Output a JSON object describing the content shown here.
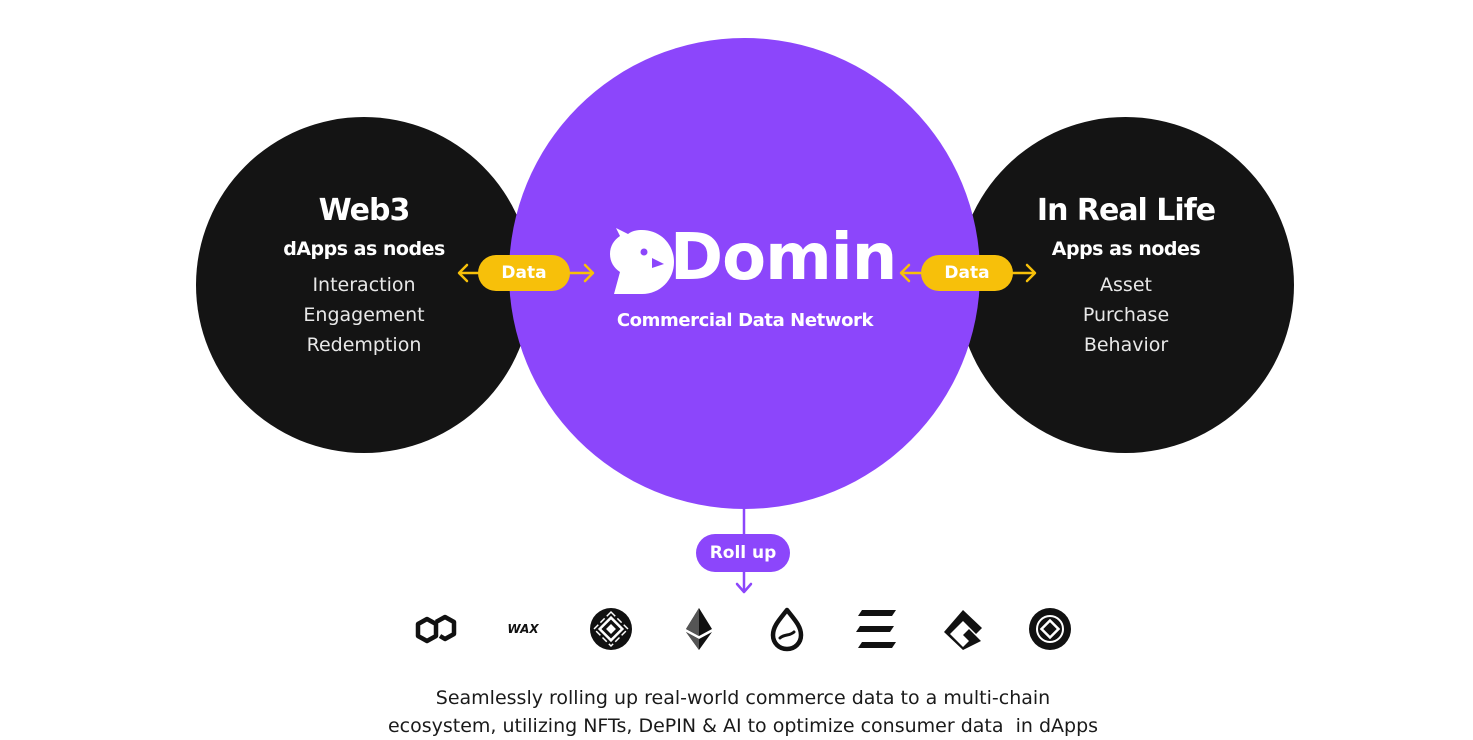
{
  "left_node": {
    "title": "Web3",
    "subtitle": "dApps as nodes",
    "items": [
      "Interaction",
      "Engagement",
      "Redemption"
    ]
  },
  "right_node": {
    "title": "In Real Life",
    "subtitle": "Apps as nodes",
    "items": [
      "Asset",
      "Purchase",
      "Behavior"
    ]
  },
  "center_node": {
    "logo_text": "Domin",
    "tagline": "Commercial Data Network"
  },
  "connectors": {
    "left_label": "Data",
    "right_label": "Data",
    "down_label": "Roll up"
  },
  "chains": [
    {
      "icon": "polygon-icon"
    },
    {
      "icon": "wax-icon",
      "text": "WAX"
    },
    {
      "icon": "bnb-chain-icon"
    },
    {
      "icon": "ethereum-icon"
    },
    {
      "icon": "sui-icon"
    },
    {
      "icon": "solana-icon"
    },
    {
      "icon": "conflux-icon"
    },
    {
      "icon": "opbnb-icon"
    }
  ],
  "caption": {
    "line1": "Seamlessly rolling up real-world commerce data to a multi-chain",
    "line2": "ecosystem, utilizing NFTs, DePIN & AI to optimize consumer data  in dApps"
  },
  "colors": {
    "purple": "#8c46fb",
    "dark": "#141414",
    "accent_yellow": "#f7c00a"
  }
}
